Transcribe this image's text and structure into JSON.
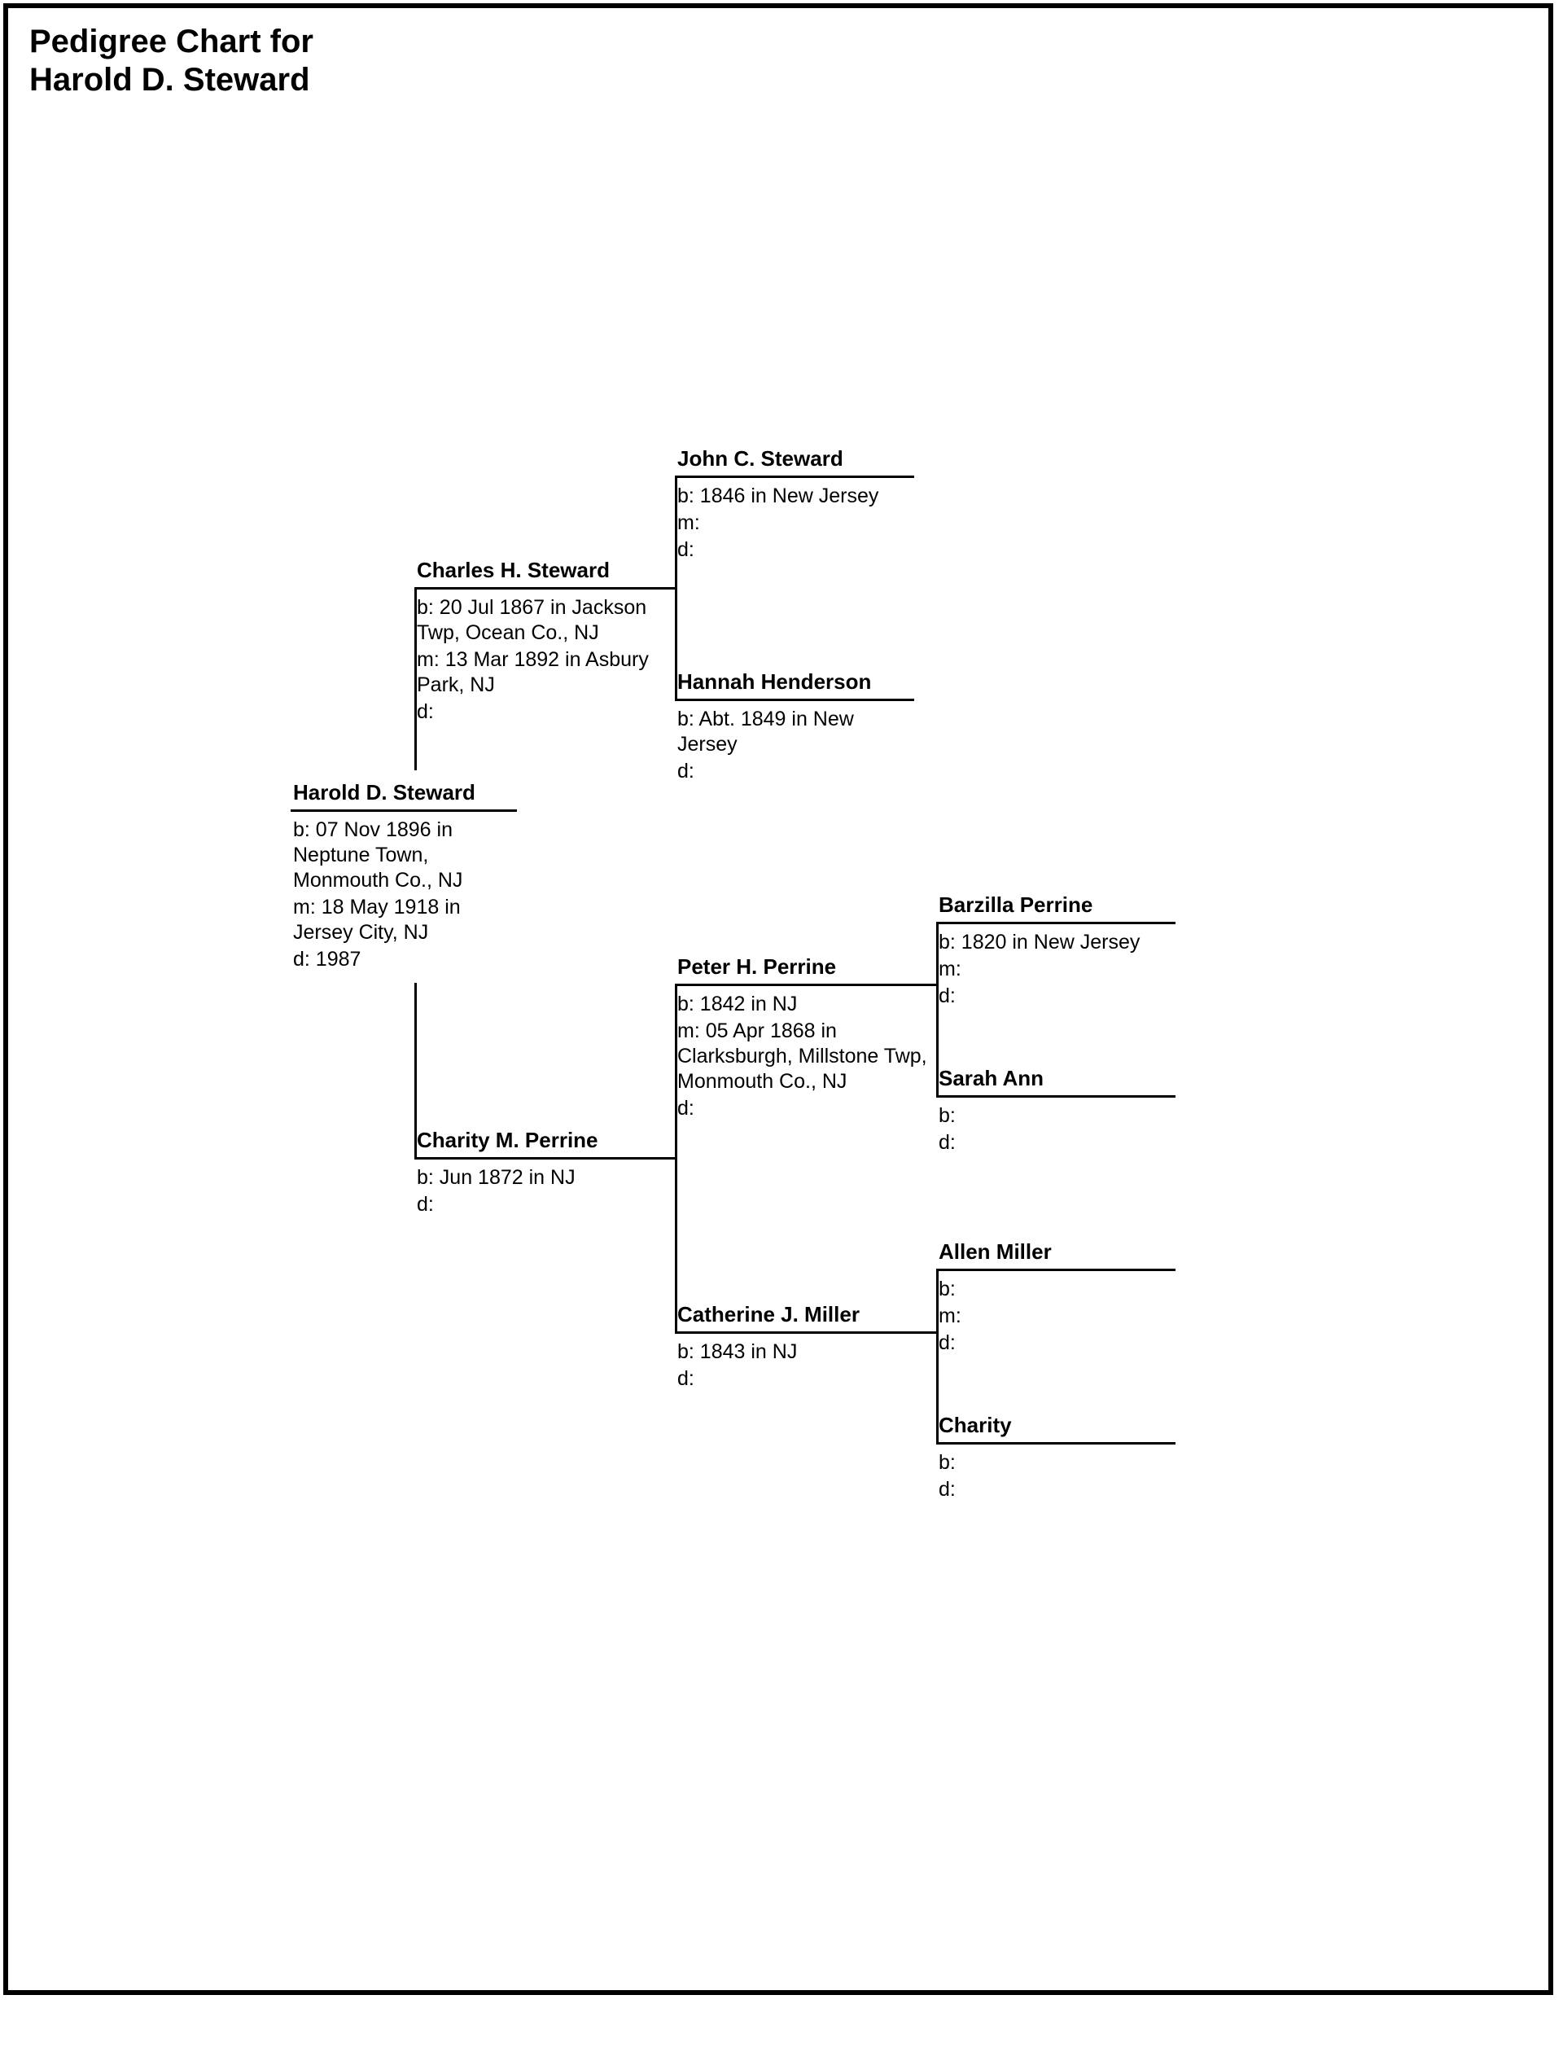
{
  "title": {
    "line1": "Pedigree Chart for",
    "line2": "Harold D. Steward"
  },
  "people": {
    "harold": {
      "name": "Harold D. Steward",
      "events": [
        "b: 07 Nov 1896 in Neptune Town, Monmouth Co., NJ",
        "m: 18 May 1918 in Jersey City, NJ",
        "d: 1987"
      ]
    },
    "charles": {
      "name": "Charles H. Steward",
      "events": [
        "b: 20 Jul 1867 in Jackson Twp, Ocean Co., NJ",
        "m: 13 Mar 1892 in Asbury Park, NJ",
        "d:"
      ]
    },
    "charity_m": {
      "name": "Charity M. Perrine",
      "events": [
        "b: Jun 1872 in NJ",
        "d:"
      ]
    },
    "john": {
      "name": "John C. Steward",
      "events": [
        "b: 1846 in New Jersey",
        "m:",
        "d:"
      ]
    },
    "hannah": {
      "name": "Hannah Henderson",
      "events": [
        "b: Abt. 1849 in New Jersey",
        "d:"
      ]
    },
    "peter": {
      "name": "Peter H. Perrine",
      "events": [
        "b: 1842 in NJ",
        "m: 05 Apr 1868 in Clarksburgh, Millstone Twp, Monmouth Co., NJ",
        "d:"
      ]
    },
    "catherine": {
      "name": "Catherine J. Miller",
      "events": [
        "b: 1843 in NJ",
        "d:"
      ]
    },
    "barzilla": {
      "name": "Barzilla Perrine",
      "events": [
        "b: 1820 in New Jersey",
        "m:",
        "d:"
      ]
    },
    "sarah": {
      "name": "Sarah Ann",
      "events": [
        "b:",
        "d:"
      ]
    },
    "allen": {
      "name": "Allen Miller",
      "events": [
        "b:",
        "m:",
        "d:"
      ]
    },
    "charity": {
      "name": "Charity",
      "events": [
        "b:",
        "d:"
      ]
    }
  }
}
